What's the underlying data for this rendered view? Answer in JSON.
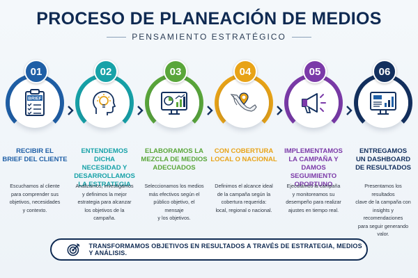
{
  "header": {
    "title": "PROCESO DE PLANEACIÓN DE MEDIOS",
    "subtitle": "PENSAMIENTO ESTRATÉGICO"
  },
  "steps": [
    {
      "number": "01",
      "color": "#1f5fa6",
      "icon": "brief-clipboard-icon",
      "icon_label": "BRIEF",
      "title": "RECIBIR EL\nBRIEF DEL CLIENTE",
      "description": "Escuchamos al cliente\npara comprender sus\nobjetivos, necesidades\ny contexto."
    },
    {
      "number": "02",
      "color": "#17a2a8",
      "icon": "lightbulb-head-icon",
      "title": "ENTENDEMOS DICHA\nNECESIDAD Y\nDESARROLLAMOS\nLA ESTRATEGIA",
      "description": "Analizamos, investigamos\ny definimos la mejor\nestrategia para alcanzar\nlos objetivos de la campaña."
    },
    {
      "number": "03",
      "color": "#5aa63a",
      "icon": "media-mix-chart-icon",
      "title": "ELABORAMOS LA\nMEZCLA DE MEDIOS\nADECUADOS",
      "description": "Seleccionamos los medios\nmás efectivos según el\npúblico objetivo, el mensaje\ny los objetivos."
    },
    {
      "number": "04",
      "color": "#e8a317",
      "icon": "mexico-map-icon",
      "title": "CON COBERTURA\nLOCAL O NACIONAL",
      "description": "Definimos el alcance ideal\nde la campaña según la\ncobertura requerida:\nlocal, regional o nacional."
    },
    {
      "number": "05",
      "color": "#7b3aa8",
      "icon": "megaphone-icon",
      "title": "IMPLEMENTAMOS\nLA CAMPAÑA Y\nDAMOS SEGUIMIENTO\nOPORTUNO",
      "description": "Ejecutamos la campaña\ny monitoreamos su\ndesempeño para realizar\najustes en tiempo real."
    },
    {
      "number": "06",
      "color": "#13305e",
      "icon": "dashboard-monitor-icon",
      "title": "ENTREGAMOS\nUN DASHBOARD\nDE RESULTADOS",
      "description": "Presentamos los resultados\nclave de la campaña con\ninsights y recomendaciones\npara seguir generando valor."
    }
  ],
  "footer": {
    "icon": "target-icon",
    "text": "TRANSFORMAMOS OBJETIVOS EN RESULTADOS A TRAVÉS DE ESTRATEGIA, MEDIOS Y ANÁLISIS."
  }
}
